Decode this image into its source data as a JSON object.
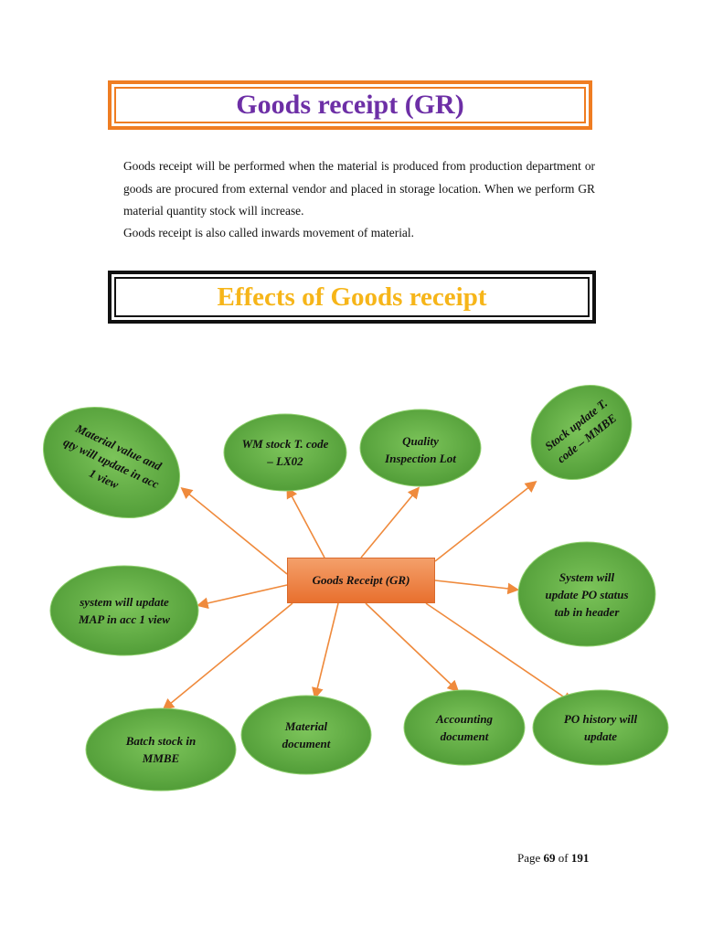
{
  "header": {
    "title": "Goods receipt (GR)"
  },
  "intro": {
    "line1": "Goods receipt will be performed when the material is produced from production department or goods are procured from external vendor and placed in storage location. When we perform GR material quantity stock will increase.",
    "line2": "Goods receipt is also called inwards movement of material."
  },
  "section": {
    "title": "Effects of Goods receipt"
  },
  "diagram": {
    "center": "Goods Receipt (GR)",
    "nodes": {
      "material_value": "Material value and qty will update in acc 1 view",
      "wm_stock": "WM stock T. code – LX02",
      "quality": "Quality Inspection Lot",
      "stock_update": "Stock update T. code – MMBE",
      "map": "system will update MAP in acc 1 view",
      "po_status": "System will update PO status tab in header",
      "batch": "Batch stock in MMBE",
      "material_doc": "Material document",
      "accounting": "Accounting document",
      "po_history": "PO history will update"
    },
    "colors": {
      "node_fill": "#5fb042",
      "arrow": "#ef8a3c",
      "center_fill": "#e8702e"
    }
  },
  "footer": {
    "page_label": "Page",
    "page_num": "69",
    "of_label": "of",
    "total": "191"
  }
}
